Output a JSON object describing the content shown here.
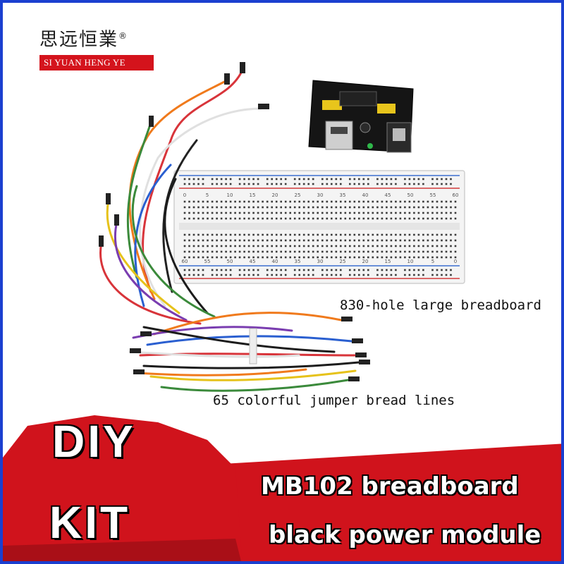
{
  "brand": {
    "chinese_name": "思远恒業",
    "registered_mark": "®",
    "english_name": "SI YUAN HENG YE"
  },
  "captions": {
    "breadboard": "830-hole large breadboard",
    "jumpers": "65 colorful jumper bread lines"
  },
  "banner": {
    "diy_line1": "DIY",
    "diy_line2": "KIT",
    "title_line1": "MB102 breadboard",
    "title_line2": "black power module"
  },
  "colors": {
    "border": "#1b3fd0",
    "brand_red": "#d4131c",
    "banner_red": "#d0131c"
  },
  "breadboard_labels": {
    "top_numbers": [
      "0",
      "5",
      "10",
      "15",
      "20",
      "25",
      "30",
      "35",
      "40",
      "45",
      "50",
      "55",
      "60"
    ],
    "bottom_numbers": [
      "60",
      "55",
      "50",
      "45",
      "40",
      "35",
      "30",
      "25",
      "20",
      "15",
      "10",
      "5",
      "0"
    ]
  }
}
